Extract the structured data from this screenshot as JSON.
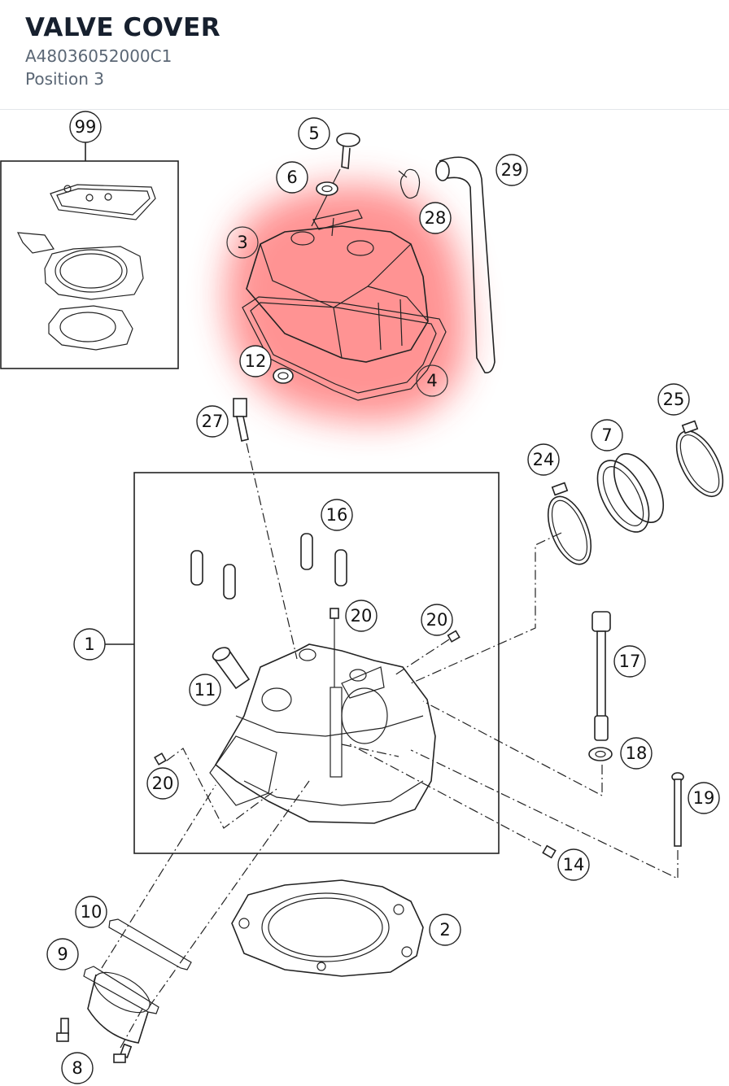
{
  "header": {
    "title": "VALVE COVER",
    "part_code": "A48036052000C1",
    "position": "Position 3"
  },
  "highlight_color": "#ff3b3b",
  "callouts": {
    "c99": "99",
    "c5": "5",
    "c6": "6",
    "c29": "29",
    "c28": "28",
    "c3": "3",
    "c12": "12",
    "c4": "4",
    "c27": "27",
    "c25": "25",
    "c7": "7",
    "c24": "24",
    "c16": "16",
    "c1": "1",
    "c20a": "20",
    "c20b": "20",
    "c11": "11",
    "c17": "17",
    "c18": "18",
    "c20c": "20",
    "c19": "19",
    "c14": "14",
    "c10": "10",
    "c2": "2",
    "c9": "9",
    "c8": "8"
  }
}
